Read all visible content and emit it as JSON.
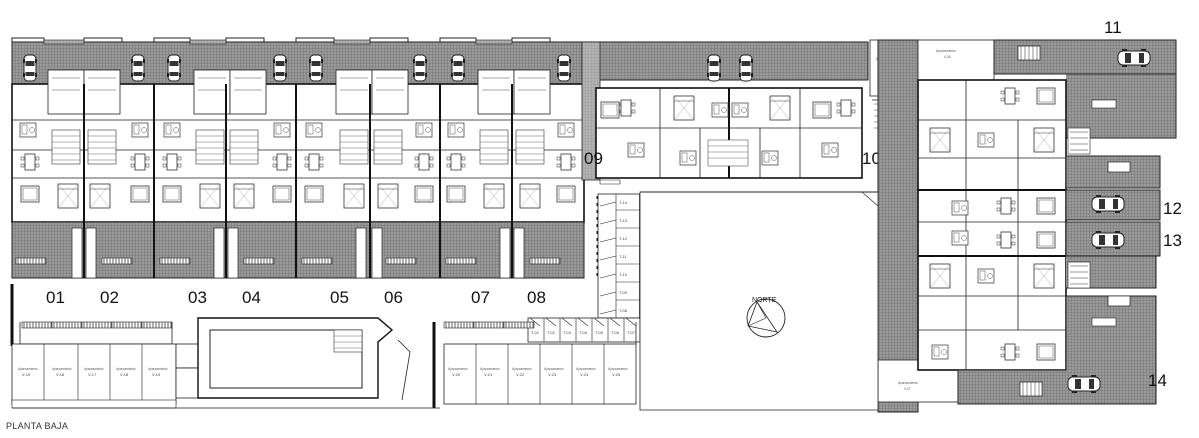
{
  "drawing": {
    "caption": "PLANTA BAJA",
    "north_label": "NORTE",
    "units_south": [
      "01",
      "02",
      "03",
      "04",
      "05",
      "06",
      "07",
      "08"
    ],
    "units_block_north": [
      "09",
      "10"
    ],
    "units_east": [
      "11",
      "12",
      "13",
      "14"
    ],
    "parking_south_left": [
      "V-15",
      "V-16",
      "V-17",
      "V-18",
      "V-19"
    ],
    "parking_south_right": [
      "V-20",
      "V-21",
      "V-22",
      "V-23",
      "V-24",
      "V-25"
    ],
    "parking_other": [
      "V-25",
      "V-26",
      "V-27"
    ],
    "storage_column": [
      "T-14",
      "T-13",
      "T-12",
      "T-11",
      "T-10",
      "T-09",
      "T-08"
    ],
    "storage_row": [
      "T-01",
      "T-02",
      "T-03",
      "T-04",
      "T-05",
      "T-06",
      "T-07"
    ]
  }
}
